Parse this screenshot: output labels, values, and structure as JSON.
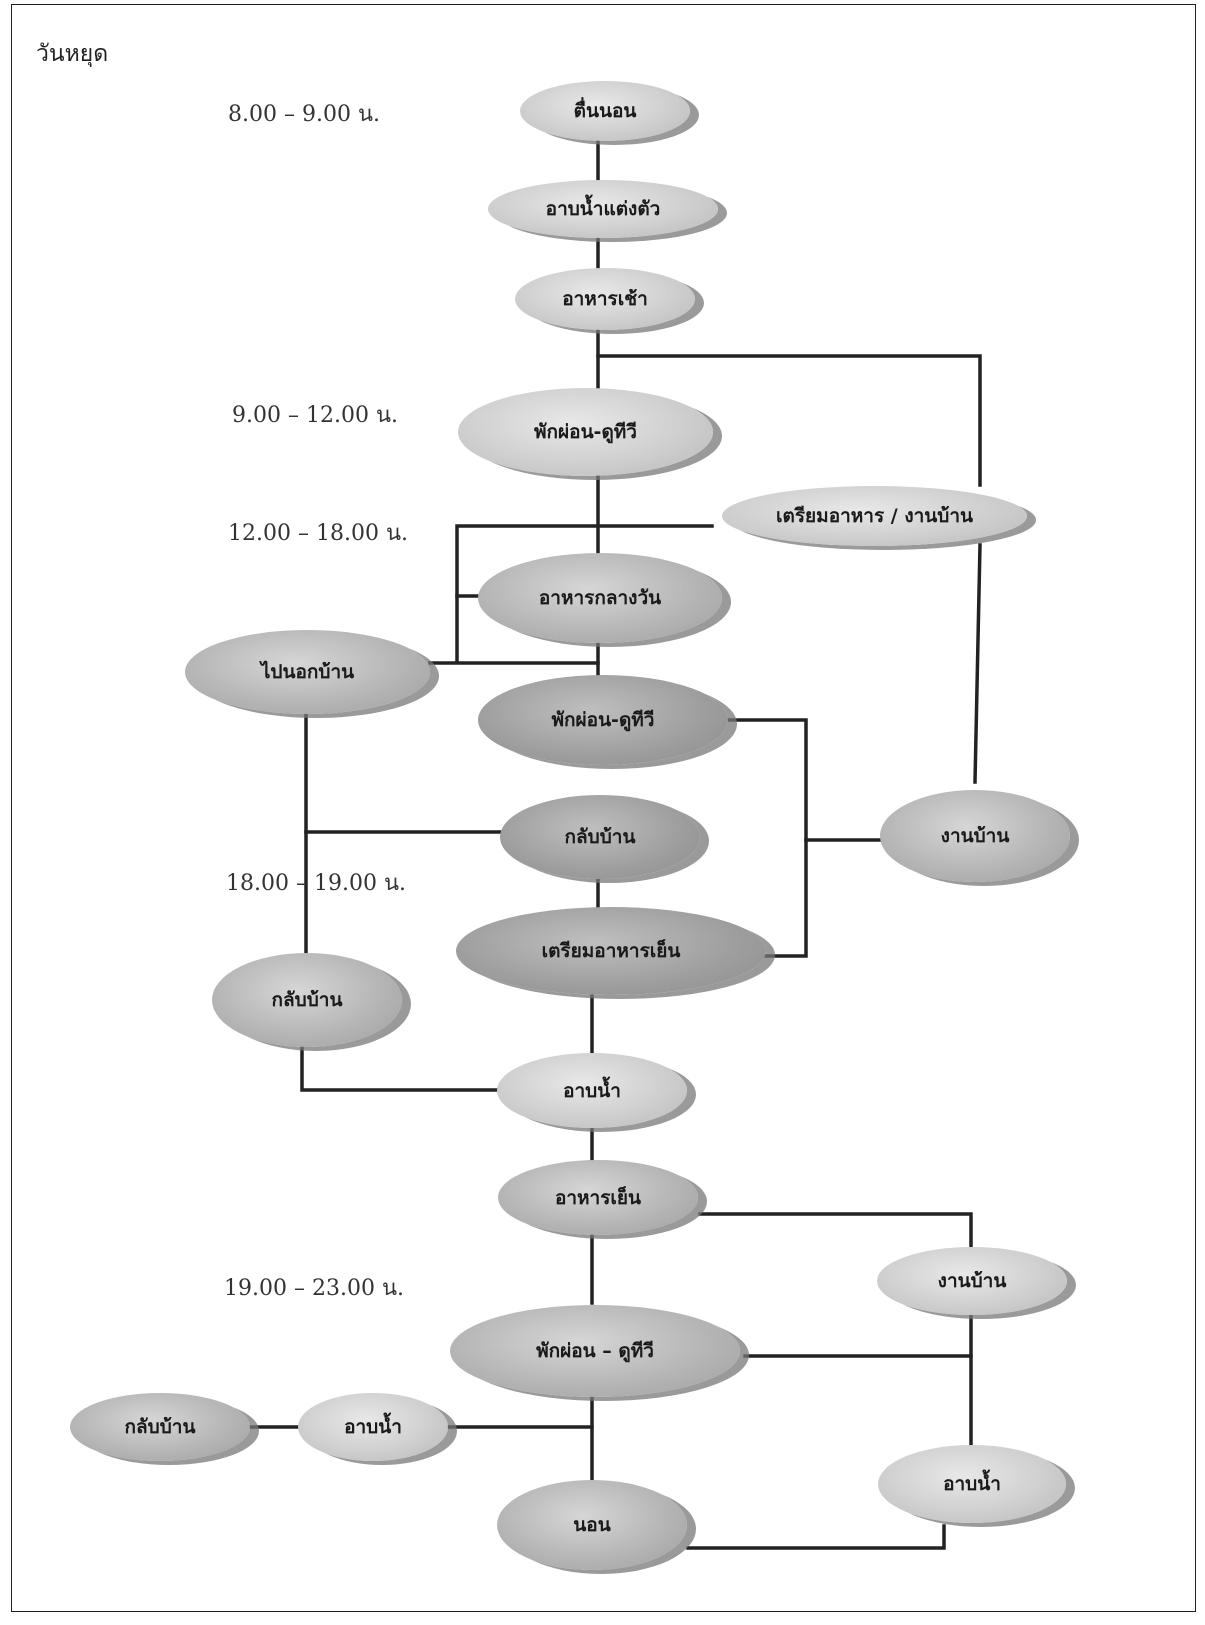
{
  "heading": "วันหยุด",
  "times": {
    "t1": "8.00 – 9.00 น.",
    "t2": "9.00 – 12.00 น.",
    "t3": "12.00 – 18.00 น.",
    "t4": "18.00 – 19.00 น.",
    "t5": "19.00 – 23.00 น."
  },
  "nodes": {
    "wake_up": "ตื่นนอน",
    "bathe_dress": "อาบน้ำแต่งตัว",
    "breakfast": "อาหารเช้า",
    "rest_tv_morning": "พักผ่อน-ดูทีวี",
    "prepare_food_housework": "เตรียมอาหาร / งานบ้าน",
    "lunch": "อาหารกลางวัน",
    "go_out": "ไปนอกบ้าน",
    "rest_tv_afternoon": "พักผ่อน-ดูทีวี",
    "return_home_afternoon": "กลับบ้าน",
    "housework_afternoon": "งานบ้าน",
    "prepare_dinner": "เตรียมอาหารเย็น",
    "return_home_left": "กลับบ้าน",
    "shower_evening": "อาบน้ำ",
    "dinner": "อาหารเย็น",
    "housework_night": "งานบ้าน",
    "rest_tv_night": "พักผ่อน – ดูทีวี",
    "return_home_night": "กลับบ้าน",
    "shower_night_left": "อาบน้ำ",
    "shower_night_right": "อาบน้ำ",
    "sleep": "นอน"
  }
}
